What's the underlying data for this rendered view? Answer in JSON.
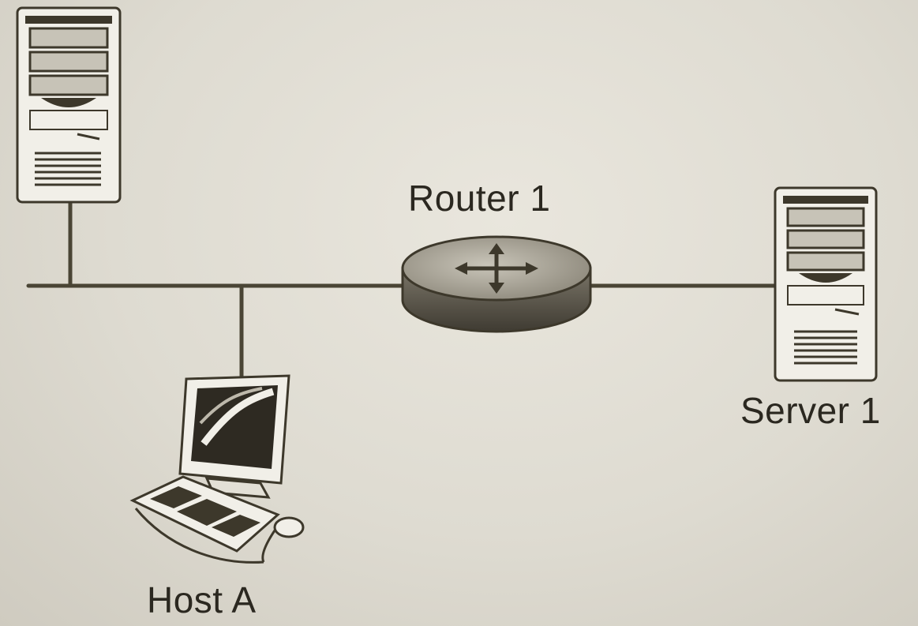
{
  "nodes": {
    "router": {
      "label": "Router 1",
      "icon": "router-icon"
    },
    "server": {
      "label": "Server 1",
      "icon": "server-tower-icon"
    },
    "host": {
      "label": "Host A",
      "icon": "workstation-icon"
    },
    "top_left_server": {
      "label": "",
      "icon": "server-tower-icon"
    }
  },
  "links": [
    {
      "from": "top_left_server",
      "to": "lan_segment"
    },
    {
      "from": "host",
      "to": "lan_segment"
    },
    {
      "from": "lan_segment",
      "to": "router"
    },
    {
      "from": "router",
      "to": "server"
    }
  ],
  "colors": {
    "line": "#4a4535",
    "device_fill": "#f1efe8",
    "device_stroke": "#3d382b",
    "router_dark": "#4a463c"
  }
}
